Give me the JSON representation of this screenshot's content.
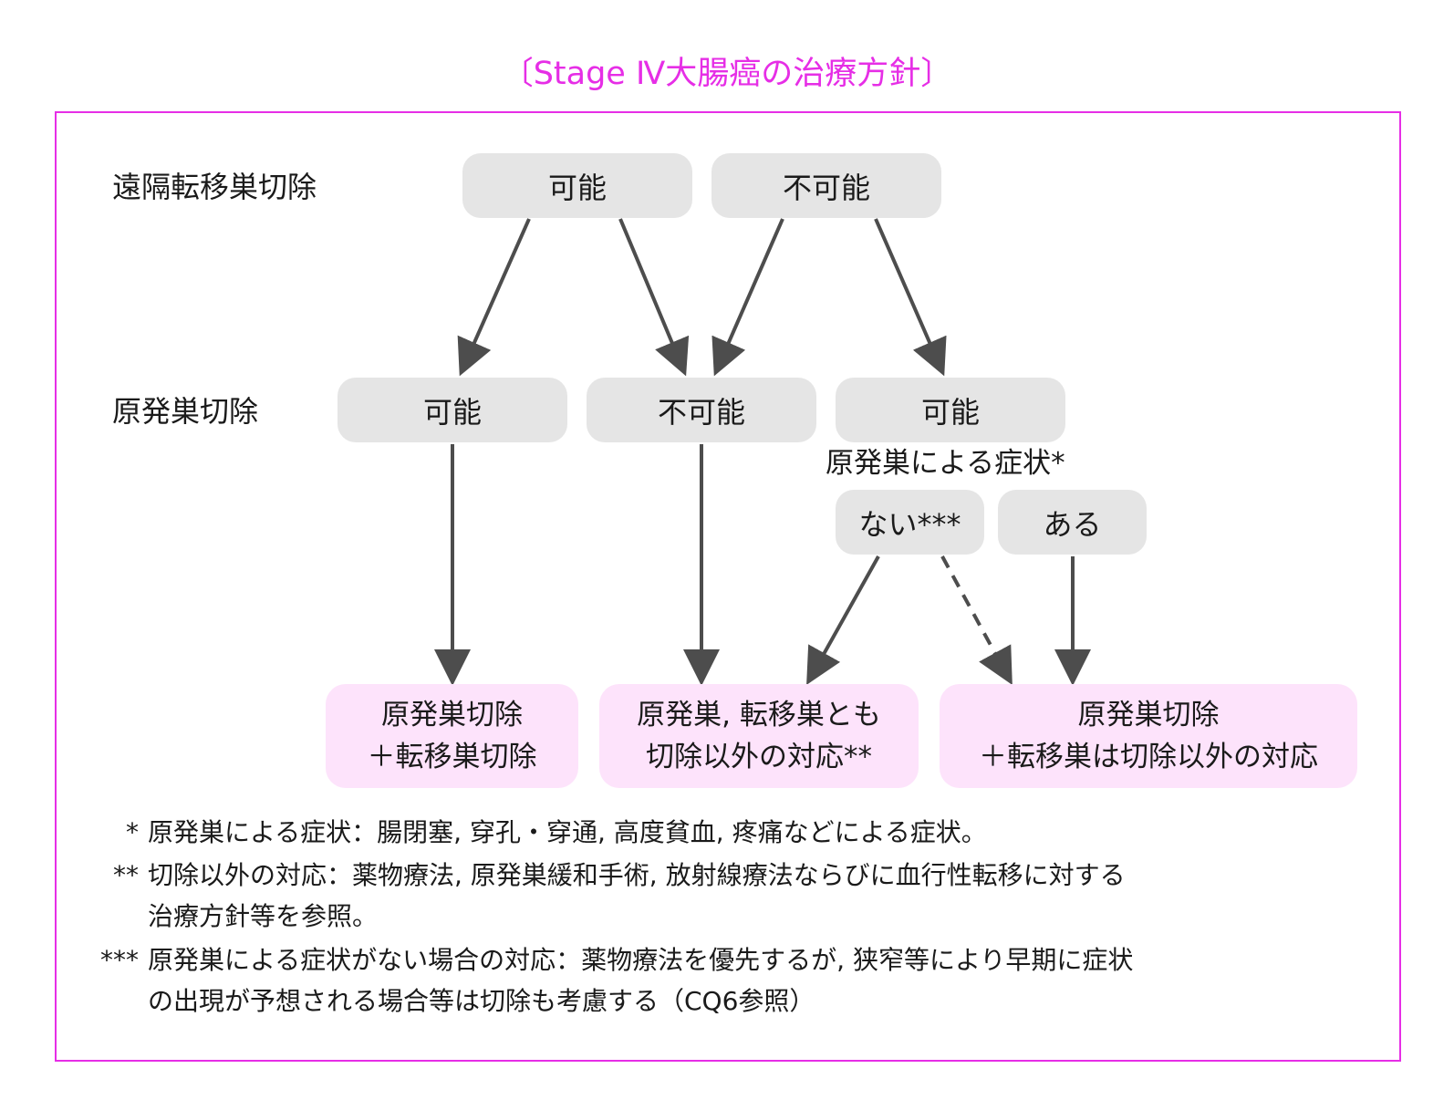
{
  "title": "〔Stage Ⅳ大腸癌の治療方針〕",
  "row_labels": {
    "metastasis": "遠隔転移巣切除",
    "primary": "原発巣切除"
  },
  "nodes": {
    "meta_possible": "可能",
    "meta_impossible": "不可能",
    "prim_possible_a": "可能",
    "prim_impossible": "不可能",
    "prim_possible_b": "可能",
    "symptom_label": "原発巣による症状*",
    "symptom_none": "ない***",
    "symptom_present": "ある"
  },
  "results": {
    "r1": [
      "原発巣切除",
      "＋転移巣切除"
    ],
    "r2": [
      "原発巣, 転移巣とも",
      "切除以外の対応**"
    ],
    "r3": [
      "原発巣切除",
      "＋転移巣は切除以外の対応"
    ]
  },
  "notes": [
    {
      "mark": "*",
      "lines": [
        "原発巣による症状：腸閉塞, 穿孔・穿通, 高度貧血, 疼痛などによる症状。"
      ]
    },
    {
      "mark": "**",
      "lines": [
        "切除以外の対応：薬物療法, 原発巣緩和手術, 放射線療法ならびに血行性転移に対する",
        "治療方針等を参照。"
      ]
    },
    {
      "mark": "***",
      "lines": [
        "原発巣による症状がない場合の対応：薬物療法を優先するが, 狭窄等により早期に症状",
        "の出現が予想される場合等は切除も考慮する（CQ6参照）"
      ]
    }
  ],
  "colors": {
    "accent": "#e62ee6",
    "node_fill": "#e5e5e5",
    "result_fill": "#fde3fb",
    "arrow": "#4d4d4d"
  }
}
